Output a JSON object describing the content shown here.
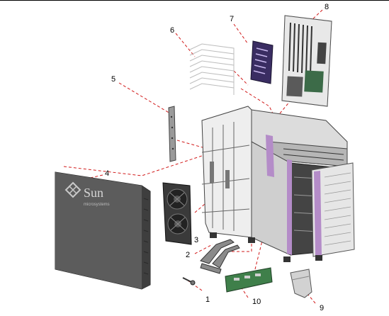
{
  "figure": {
    "callouts": [
      "1",
      "2",
      "3",
      "4",
      "5",
      "6",
      "7",
      "8",
      "9",
      "10"
    ],
    "side_panel_logo": {
      "brand": "Sun",
      "tagline": "microsystems"
    },
    "colors": {
      "leader_line": "#d21c1c",
      "chassis_accent": "#b48cc8",
      "board_green": "#3f7f4a",
      "metal_gray": "#b9b9b9",
      "dark_metal": "#555555"
    }
  }
}
